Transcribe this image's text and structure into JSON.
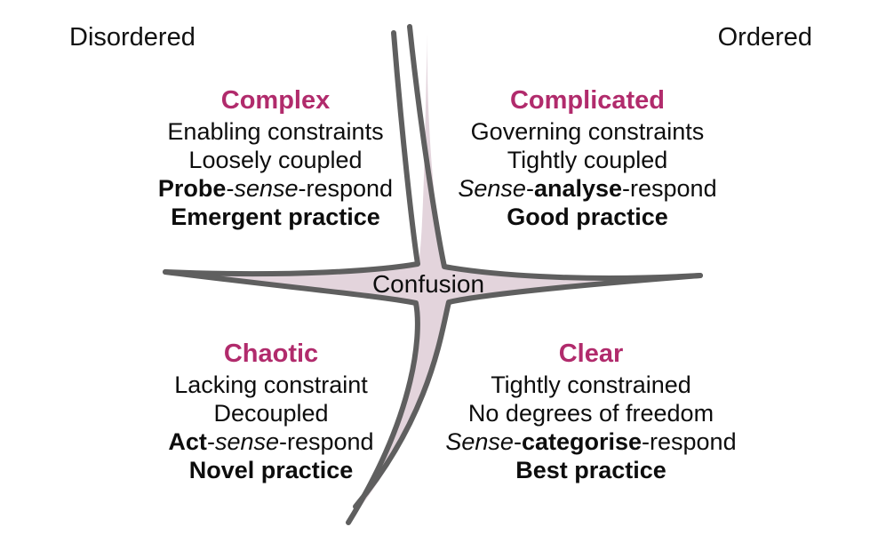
{
  "diagram": {
    "name": "Cynefin framework",
    "background_color": "#ffffff",
    "accent_color": "#b12b6c",
    "text_color": "#0d0d0d",
    "star_fill_color": "#e3d4dc",
    "star_stroke_color": "#5f5f5f",
    "center_label": "Confusion"
  },
  "axes": {
    "left_label": "Disordered",
    "right_label": "Ordered"
  },
  "quadrants": [
    {
      "id": "complex",
      "title": "Complex",
      "position": "top-left",
      "lines": [
        {
          "text": "Enabling constraints",
          "style": "regular"
        },
        {
          "text": "Loosely coupled",
          "style": "regular"
        },
        {
          "text": "Probe-sense-respond",
          "style": "mixed",
          "parts": [
            {
              "text": "Probe",
              "weight": "bold"
            },
            {
              "text": "-",
              "weight": "regular"
            },
            {
              "text": "sense",
              "weight": "italic"
            },
            {
              "text": "-respond",
              "weight": "regular"
            }
          ]
        },
        {
          "text": "Emergent practice",
          "style": "bold"
        }
      ]
    },
    {
      "id": "complicated",
      "title": "Complicated",
      "position": "top-right",
      "lines": [
        {
          "text": "Governing constraints",
          "style": "regular"
        },
        {
          "text": "Tightly coupled",
          "style": "regular"
        },
        {
          "text": "Sense-analyse-respond",
          "style": "mixed",
          "parts": [
            {
              "text": "Sense",
              "weight": "italic"
            },
            {
              "text": "-",
              "weight": "regular"
            },
            {
              "text": "analyse",
              "weight": "bold"
            },
            {
              "text": "-respond",
              "weight": "regular"
            }
          ]
        },
        {
          "text": "Good practice",
          "style": "bold"
        }
      ]
    },
    {
      "id": "chaotic",
      "title": "Chaotic",
      "position": "bottom-left",
      "lines": [
        {
          "text": "Lacking constraint",
          "style": "regular"
        },
        {
          "text": "Decoupled",
          "style": "regular"
        },
        {
          "text": "Act-sense-respond",
          "style": "mixed",
          "parts": [
            {
              "text": "Act",
              "weight": "bold"
            },
            {
              "text": "-",
              "weight": "regular"
            },
            {
              "text": "sense",
              "weight": "italic"
            },
            {
              "text": "-respond",
              "weight": "regular"
            }
          ]
        },
        {
          "text": "Novel practice",
          "style": "bold"
        }
      ]
    },
    {
      "id": "clear",
      "title": "Clear",
      "position": "bottom-right",
      "lines": [
        {
          "text": "Tightly constrained",
          "style": "regular"
        },
        {
          "text": "No degrees of freedom",
          "style": "regular"
        },
        {
          "text": "Sense-categorise-respond",
          "style": "mixed",
          "parts": [
            {
              "text": "Sense",
              "weight": "italic"
            },
            {
              "text": "-",
              "weight": "regular"
            },
            {
              "text": "categorise",
              "weight": "bold"
            },
            {
              "text": "-respond",
              "weight": "regular"
            }
          ]
        },
        {
          "text": "Best practice",
          "style": "bold"
        }
      ]
    }
  ],
  "parts": {
    "complex": {
      "p0": "Probe",
      "p1": "-",
      "p2": "sense",
      "p3": "-respond"
    },
    "complicated": {
      "p0": "Sense",
      "p1": "-",
      "p2": "analyse",
      "p3": "-respond"
    },
    "chaotic": {
      "p0": "Act",
      "p1": "-",
      "p2": "sense",
      "p3": "-respond"
    },
    "clear": {
      "p0": "Sense",
      "p1": "-",
      "p2": "categorise",
      "p3": "-respond"
    }
  }
}
